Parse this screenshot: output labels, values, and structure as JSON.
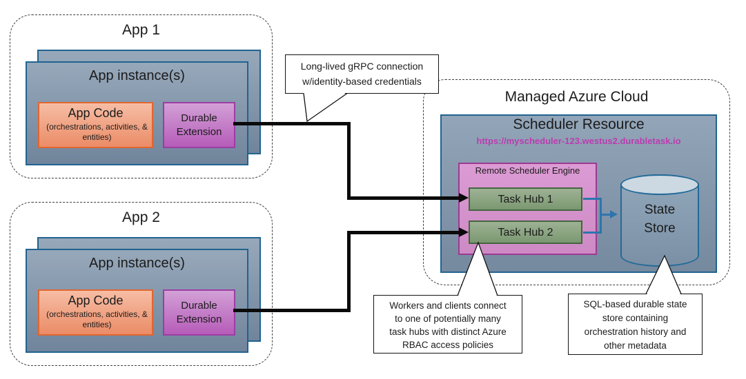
{
  "app1": {
    "title": "App 1",
    "instance_label": "App instance(s)",
    "app_code": {
      "title": "App Code",
      "subtitle": "(orchestrations, activities, & entities)"
    },
    "extension_label": "Durable Extension"
  },
  "app2": {
    "title": "App 2",
    "instance_label": "App instance(s)",
    "app_code": {
      "title": "App Code",
      "subtitle": "(orchestrations, activities, & entities)"
    },
    "extension_label": "Durable Extension"
  },
  "cloud": {
    "title": "Managed Azure Cloud",
    "scheduler": {
      "title": "Scheduler Resource",
      "url": "https://myscheduler-123.westus2.durabletask.io",
      "engine_label": "Remote Scheduler Engine",
      "task_hubs": [
        "Task Hub 1",
        "Task Hub 2"
      ]
    },
    "state_store_label": "State Store"
  },
  "callouts": {
    "grpc": {
      "lines": [
        "Long-lived gRPC connection",
        "w/identity-based credentials"
      ]
    },
    "workers": {
      "lines": [
        "Workers and clients connect",
        "to one of potentially many",
        "task hubs with distinct Azure",
        "RBAC access policies"
      ]
    },
    "sql": {
      "lines": [
        "SQL-based durable state",
        "store containing",
        "orchestration history and",
        "other metadata"
      ]
    }
  },
  "colors": {
    "instance_blue": "#8498ad",
    "box_border_blue": "#1f6390",
    "app_code_orange": "#ec8e69",
    "app_code_border": "#e0662f",
    "durable_purple": "#c07ec6",
    "engine_pink": "#d893cc",
    "engine_border": "#9c3a92",
    "task_hub_green": "#8ca583",
    "task_hub_border": "#44653f",
    "connector_black": "#0a0a0a",
    "connector_blue": "#2e74ac",
    "url_magenta": "#ba3cb0",
    "cylinder_top": "#ccd8e2"
  }
}
